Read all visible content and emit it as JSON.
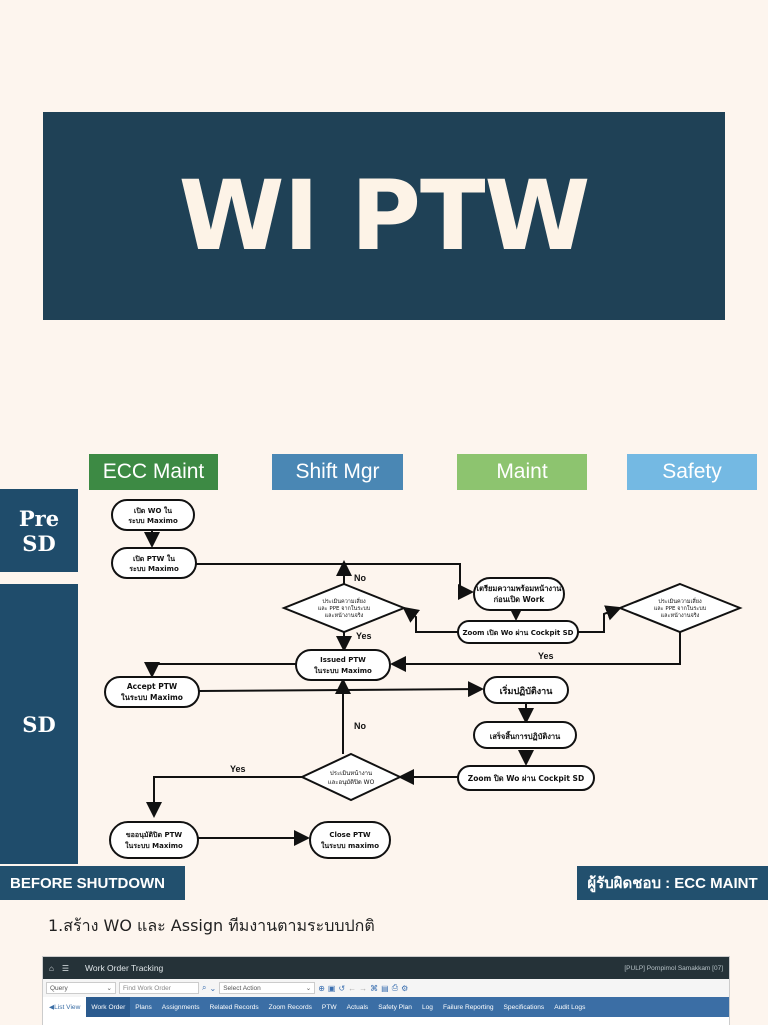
{
  "title": "WI PTW",
  "lanes": [
    "ECC Maint",
    "Shift Mgr",
    "Maint",
    "Safety"
  ],
  "phases": {
    "pre": [
      "Pre",
      "SD"
    ],
    "sd": "SD"
  },
  "flow": {
    "nodes": {
      "open_wo": [
        "เปิด WO ใน",
        "ระบบ Maximo"
      ],
      "open_ptw": [
        "เปิด PTW ใน",
        "ระบบ Maximo"
      ],
      "prepare_area": [
        "เตรียมความพร้อมหน้างาน",
        "ก่อนเปิด Work"
      ],
      "risk_shiftmgr": [
        "ประเมินความเสี่ยง",
        "และ PPE จากในระบบ",
        "และหน้างานจริง"
      ],
      "risk_safety": [
        "ประเมินความเสี่ยง",
        "และ PPE จากในระบบ",
        "และหน้างานจริง"
      ],
      "zoom_open": "Zoom  เปิด Wo ผ่าน Cockpit SD",
      "issued_ptw": [
        "Issued PTW",
        "ในระบบ Maximo"
      ],
      "accept_ptw": [
        "Accept PTW",
        "ในระบบ Maximo"
      ],
      "start_work": "เริ่มปฏิบัติงาน",
      "finish_work": "เสร็จสิ้นการปฏิบัติงาน",
      "zoom_close": "Zoom  ปิด Wo ผ่าน Cockpit SD",
      "approve_close": [
        "ประเมินหน้างาน",
        "และอนุมัติปิด WO"
      ],
      "request_close": [
        "ขออนุมัติปิด PTW",
        "ในระบบ Maximo"
      ],
      "close_ptw": [
        "Close PTW",
        "ในระบบ maximo"
      ]
    },
    "labels": {
      "no_1": "No",
      "yes_1": "Yes",
      "yes_2": "Yes",
      "no_2": "No",
      "yes_3": "Yes"
    }
  },
  "footer": {
    "left": "BEFORE SHUTDOWN",
    "right": "ผู้รับผิดชอบ : ECC MAINT"
  },
  "step_text": "1.สร้าง WO และ Assign ทีมงานตามระบบปกติ",
  "maximo": {
    "app_title": "Work Order Tracking",
    "user": "[PULP] Pornpimol Samakkam [07]",
    "query": "Query",
    "find_placeholder": "Find Work Order",
    "select_action": "Select Action",
    "list_view": "List View",
    "tabs": [
      "Work Order",
      "Plans",
      "Assignments",
      "Related Records",
      "Zoom Records",
      "PTW",
      "Actuals",
      "Safety Plan",
      "Log",
      "Failure Reporting",
      "Specifications",
      "Audit Logs"
    ]
  },
  "colors": {
    "banner": "#1f4156",
    "lane_ecc": "#3d8a44",
    "lane_shift": "#4a87b4",
    "lane_maint": "#8dc46f",
    "lane_safety": "#74b9e3",
    "phase": "#1f4c6b"
  }
}
